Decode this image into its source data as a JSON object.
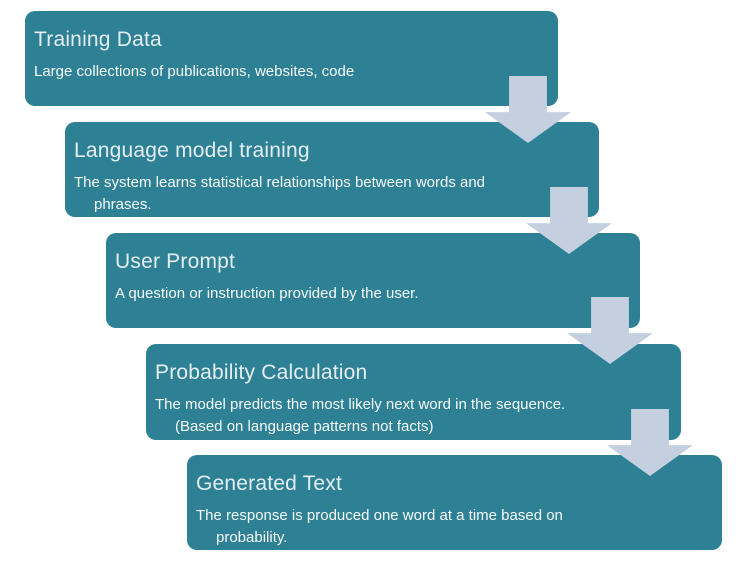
{
  "diagram": {
    "type": "process-flow",
    "colors": {
      "box_fill": "#2E8195",
      "arrow_fill": "#C4D0E0",
      "title_text": "#E4EEF2",
      "body_text": "#F6FAFB",
      "background": "#FFFFFF"
    },
    "steps": [
      {
        "title": "Training Data",
        "body": "Large collections of publications, websites, code"
      },
      {
        "title": "Language model training",
        "body": "The system learns statistical relationships between words and phrases."
      },
      {
        "title": "User Prompt",
        "body": "A question or instruction provided by the user."
      },
      {
        "title": "Probability Calculation",
        "body": "The model predicts the most likely next word in the sequence. (Based on language patterns not facts)"
      },
      {
        "title": "Generated Text",
        "body": "The response is produced one word at a time based on probability."
      }
    ],
    "connector": "down-block-arrow"
  }
}
